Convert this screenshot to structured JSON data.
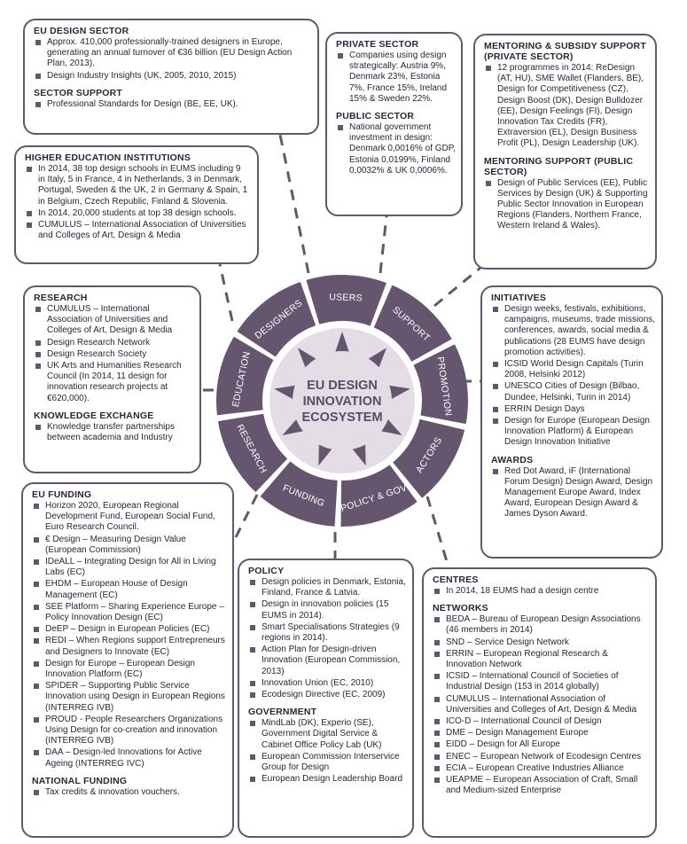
{
  "center": {
    "lines": [
      "EU DESIGN",
      "INNOVATION",
      "ECOSYSTEM"
    ]
  },
  "segments": [
    "DESIGNERS",
    "USERS",
    "SUPPORT",
    "PROMOTION",
    "ACTORS",
    "POLICY & GOV",
    "FUNDING",
    "RESEARCH",
    "EDUCATION"
  ],
  "colors": {
    "primary": "#66556e",
    "light": "#e3dde6",
    "text": "#2e2436",
    "center_text": "#5b4a66"
  },
  "boxes": {
    "eu_sector": {
      "sections": [
        {
          "title": "EU DESIGN SECTOR",
          "items": [
            "Approx. 410,000 professionally-trained designers in Europe, generating an annual turnover of €36 billion (EU Design Action Plan, 2013).",
            "Design Industry Insights (UK, 2005, 2010, 2015)"
          ]
        },
        {
          "title": "SECTOR SUPPORT",
          "items": [
            "Professional Standards for Design (BE, EE, UK)."
          ]
        }
      ]
    },
    "private_public": {
      "sections": [
        {
          "title": "PRIVATE SECTOR",
          "items": [
            "Companies using design strategically: Austria 9%, Denmark 23%, Estonia 7%, France 15%, Ireland 15% & Sweden 22%."
          ]
        },
        {
          "title": "PUBLIC SECTOR",
          "items": [
            "National government investment in design: Denmark 0,0016% of GDP, Estonia 0,0199%, Finland 0,0032% & UK 0,0006%."
          ]
        }
      ]
    },
    "mentoring": {
      "sections": [
        {
          "title": "MENTORING & SUBSIDY SUPPORT (PRIVATE SECTOR)",
          "items": [
            "12 programmes in 2014: ReDesign (AT, HU), SME Wallet (Flanders, BE), Design for Competitiveness (CZ), Design Boost (DK), Design Bulldozer (EE), Design Feelings (FI), Design Innovation Tax Credits (FR), Extraversion (EL), Design Business Profit (PL), Design Leadership (UK)."
          ]
        },
        {
          "title": "MENTORING SUPPORT (PUBLIC SECTOR)",
          "items": [
            "Design of Public Services (EE), Public Services by Design (UK) & Supporting Public Sector Innovation in European Regions (Flanders, Northern France, Western Ireland & Wales)."
          ]
        }
      ]
    },
    "higher_ed": {
      "sections": [
        {
          "title": "HIGHER EDUCATION INSTITUTIONS",
          "items": [
            "In 2014, 38 top design schools in EUMS including 9 in Italy, 5 in France, 4 in Netherlands, 3 in Denmark, Portugal, Sweden & the UK, 2 in Germany & Spain, 1 in Belgium, Czech Republic, Finland & Slovenia.",
            "In 2014, 20,000 students at top 38 design schools.",
            "CUMULUS – International Association of Universities and Colleges of Art, Design & Media"
          ]
        }
      ]
    },
    "research": {
      "sections": [
        {
          "title": "RESEARCH",
          "items": [
            "CUMULUS – International Association of Universities and Colleges of Art, Design & Media",
            "Design Research Network",
            "Design Research Society",
            "UK Arts and Humanities Research Council (In 2014, 11 design for innovation research projects at €620,000)."
          ]
        },
        {
          "title": "KNOWLEDGE EXCHANGE",
          "items": [
            "Knowledge transfer partnerships between academia and Industry"
          ]
        }
      ]
    },
    "initiatives": {
      "sections": [
        {
          "title": "INITIATIVES",
          "items": [
            "Design weeks, festivals, exhibitions, campaigns, museums, trade missions, conferences, awards, social media & publications (28 EUMS have design promotion activities).",
            "ICSID World Design Capitals (Turin 2008, Helsinki 2012)",
            "UNESCO Cities of Design (Bilbao, Dundee, Helsinki, Turin in 2014)",
            "ERRIN Design Days",
            "Design for Europe (European Design Innovation Platform) & European Design Innovation Initiative"
          ]
        },
        {
          "title": "AWARDS",
          "items": [
            "Red Dot Award, iF (International Forum Design) Design Award, Design Management Europe Award, Index Award, European Design Award & James Dyson Award."
          ]
        }
      ]
    },
    "funding": {
      "sections": [
        {
          "title": "EU FUNDING",
          "items": [
            "Horizon 2020, European Regional Development Fund, European Social Fund, Euro Research Council.",
            "€ Design – Measuring Design Value (European Commission)",
            "IDeALL – Integrating Design for All in Living Labs (EC)",
            "EHDM – European House of Design Management (EC)",
            "SEE Platform – Sharing Experience Europe – Policy Innovation Design (EC)",
            "DeEP – Design in European Policies (EC)",
            "REDI – When Regions support Entrepreneurs and Designers to Innovate (EC)",
            "Design for Europe – European Design Innovation Platform (EC)",
            "SPIDER – Supporting Public Service Innovation using Design in European Regions (INTERREG IVB)",
            "PROUD - People Researchers Organizations Using Design for co-creation and innovation (INTERREG IVB)",
            "DAA – Design-led Innovations for Active Ageing (INTERREG IVC)"
          ]
        },
        {
          "title": "NATIONAL FUNDING",
          "items": [
            "Tax credits & innovation vouchers."
          ]
        }
      ]
    },
    "policy": {
      "sections": [
        {
          "title": "POLICY",
          "items": [
            "Design policies in Denmark, Estonia, Finland, France & Latvia.",
            "Design in innovation policies (15 EUMS in 2014).",
            "Smart Specialisations Strategies (9 regions in 2014).",
            "Action Plan for Design-driven Innovation (European Commission, 2013)",
            "Innovation Union (EC, 2010)",
            "Ecodesign Directive (EC, 2009)"
          ]
        },
        {
          "title": "GOVERNMENT",
          "items": [
            "MindLab (DK), Experio (SE), Government Digital Service & Cabinet Office Policy Lab (UK)",
            "European Commission Interservice Group for Design",
            "European Design Leadership Board"
          ]
        }
      ]
    },
    "centres": {
      "sections": [
        {
          "title": "CENTRES",
          "items": [
            "In 2014, 18 EUMS had a design centre"
          ]
        },
        {
          "title": "NETWORKS",
          "items": [
            "BEDA – Bureau of European Design Associations (46 members in 2014)",
            "SND – Service Design Network",
            "ERRIN – European Regional Research & Innovation Network",
            "ICSID – International Council of Societies of Industrial Design (153 in 2014 globally)",
            "CUMULUS – International Association of Universities and Colleges of Art, Design & Media",
            "ICO-D – International Council of Design",
            "DME – Design Management Europe",
            "EIDD – Design for All Europe",
            "ENEC – European Network of Ecodesign Centres",
            "ECIA – European Creative Industries Alliance",
            "UEAPME – European Association of Craft, Small and Medium-sized Enterprise"
          ]
        }
      ]
    }
  }
}
